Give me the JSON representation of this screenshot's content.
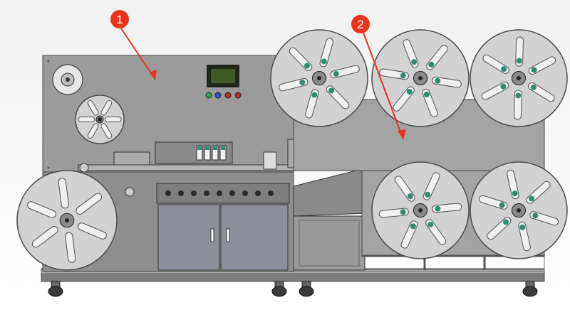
{
  "scene": {
    "description_labels": [
      {
        "id": "callout-1",
        "text": "1"
      },
      {
        "id": "callout-2",
        "text": "2"
      }
    ],
    "colors": {
      "background_top": "#f4f4f4",
      "background_bottom": "#ffffff",
      "frame": "#8c8c8c",
      "panel": "#9a9a9a",
      "panel_dark": "#6e6e6e",
      "reel": "#c9c9c9",
      "reel_edge": "#5a5a5a",
      "slot": "#ececec",
      "slot_accent": "#2e8b75",
      "callout": "#e8331e",
      "arrow": "#e8331e",
      "screen": "#2a3a1e",
      "screen_glow": "#4e6b2e",
      "button_green": "#2fae3f",
      "button_blue": "#2f56c9",
      "button_red": "#c42a2a",
      "door": "#8d8f9c",
      "wheel": "#3a3a3a"
    },
    "icons": [
      "numbered-callout-icon",
      "arrow-icon",
      "reel-icon",
      "control-button-icon",
      "caster-wheel-icon"
    ]
  }
}
